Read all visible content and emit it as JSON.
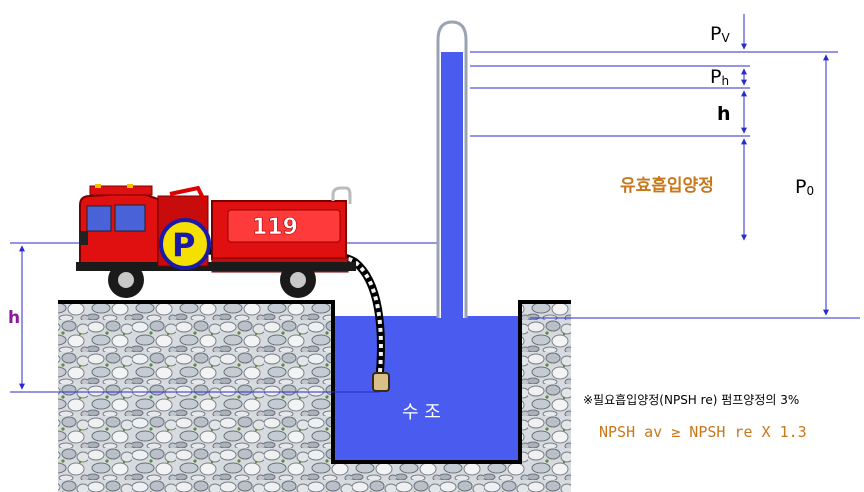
{
  "labels": {
    "pv": "PV",
    "ph": "Ph",
    "h_top": "h",
    "effective_suction_head": "유효흡입양정",
    "p0": "P0",
    "h_left": "h",
    "pump_letter": "P",
    "truck_number": "119",
    "tank": "수 조"
  },
  "notes": {
    "required_npsh": "※필요흡입양정(NPSH re) 펌프양정의 3%",
    "equation": "NPSH av ≥ NPSH re X 1.3"
  },
  "colors": {
    "measure_line": "#2a2ad0",
    "water": "#4a5cf0",
    "truck_red": "#e01010",
    "effective_label": "#c8781c",
    "h_label": "#8a1a9a",
    "equation": "#c8781c"
  }
}
